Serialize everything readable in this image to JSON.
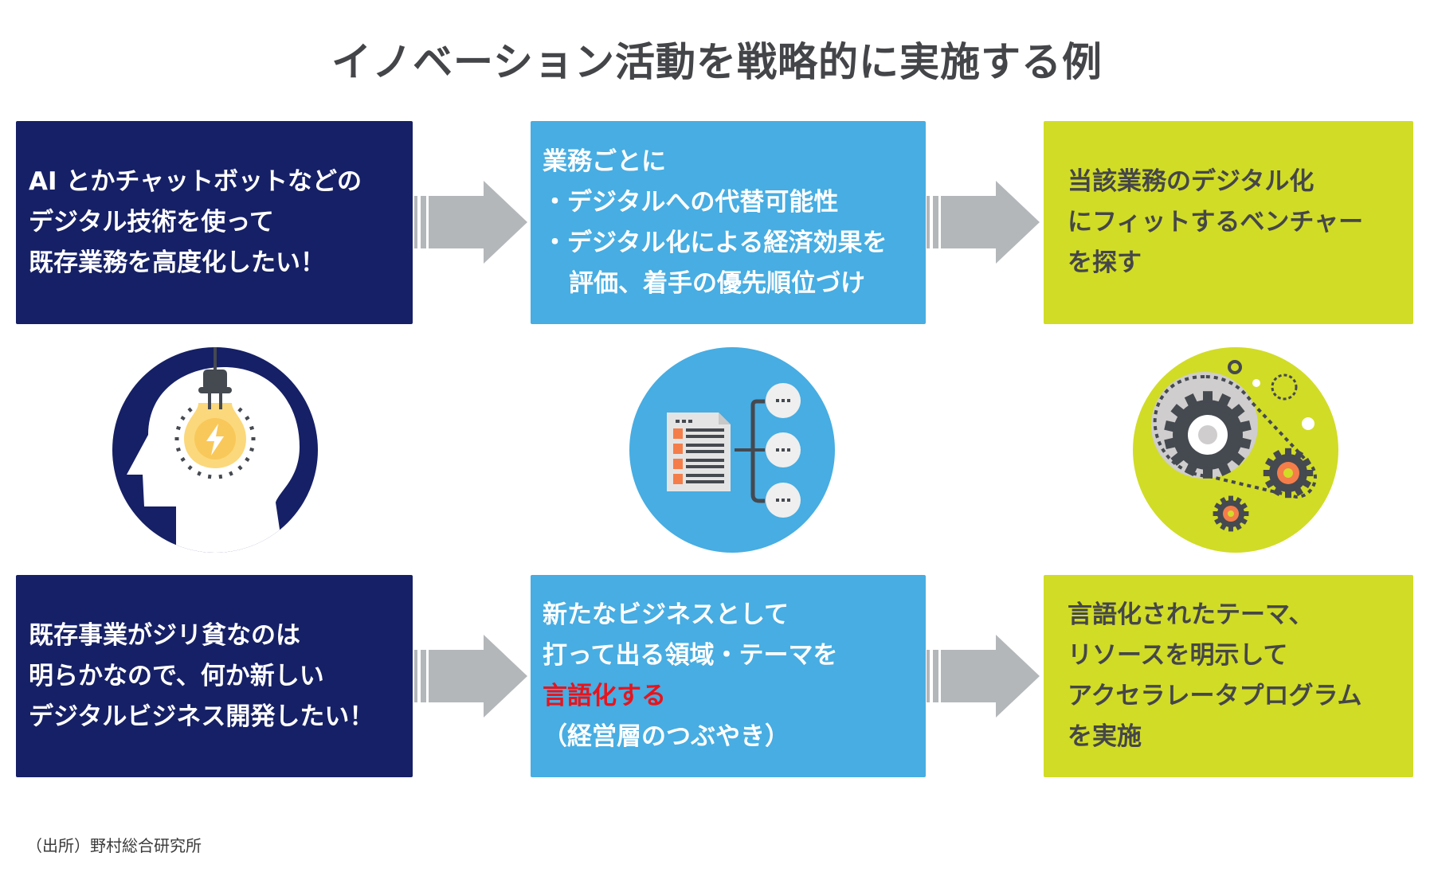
{
  "title": "イノベーション活動を戦略的に実施する例",
  "colors": {
    "navy": "#162066",
    "blue": "#47ADE2",
    "lime": "#D1DC26",
    "arrow_gray": "#B4B7BA",
    "highlight_red": "#E8141C",
    "text_dark": "#444548"
  },
  "rows": [
    {
      "boxes": [
        {
          "lines": [
            "AI とかチャットボットなどの",
            "デジタル技術を使って",
            "既存業務を高度化したい！"
          ]
        },
        {
          "lines": [
            "業務ごとに",
            "・デジタルへの代替可能性",
            "・デジタル化による経済効果を",
            "評価、着手の優先順位づけ"
          ]
        },
        {
          "lines": [
            "当該業務のデジタル化",
            "にフィットするベンチャー",
            "を探す"
          ]
        }
      ]
    },
    {
      "boxes": [
        {
          "lines": [
            "既存事業がジリ貧なのは",
            "明らかなので、何か新しい",
            "デジタルビジネス開発したい！"
          ]
        },
        {
          "lines": [
            "新たなビジネスとして",
            "打って出る領域・テーマを",
            "言語化する",
            "（経営層のつぶやき）"
          ],
          "highlight_line": "言語化する"
        },
        {
          "lines": [
            "言語化されたテーマ、",
            "リソースを明示して",
            "アクセラレータプログラム",
            "を実施"
          ]
        }
      ]
    }
  ],
  "icons": [
    {
      "name": "head-lightbulb-icon",
      "color": "#162066"
    },
    {
      "name": "document-tree-icon",
      "color": "#47ADE2"
    },
    {
      "name": "gears-icon",
      "color": "#D1DC26"
    }
  ],
  "footer": "（出所）野村総合研究所"
}
